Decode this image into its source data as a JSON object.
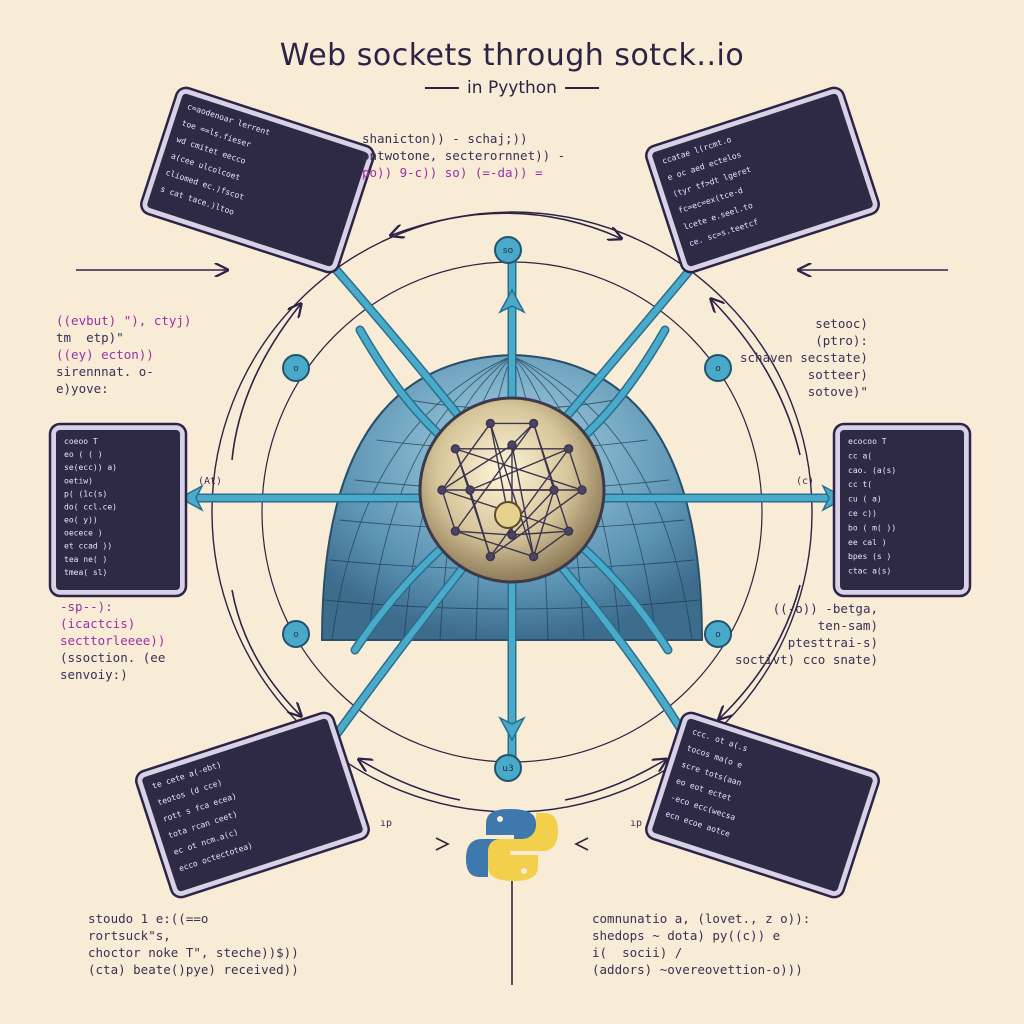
{
  "header": {
    "title": "Web sockets through sotck..io",
    "subtitle": "in Pyython"
  },
  "snippets": {
    "top_center": [
      {
        "text": "shanicton)) - schaj;))",
        "accent": false
      },
      {
        "text": "ontwotone, secterornnet)) -",
        "accent": false
      },
      {
        "text": "po)) 9-c)) so) (=-da)) =",
        "accent": true
      }
    ],
    "left_mid": [
      {
        "text": "((evbut) \"), ctyj)",
        "accent": true
      },
      {
        "text": "tm  etp)\"",
        "accent": false
      },
      {
        "text": "((ey) ecton))",
        "accent": true
      },
      {
        "text": "sirennnat. o-",
        "accent": false
      },
      {
        "text": "e)yove:",
        "accent": false
      }
    ],
    "right_mid": [
      {
        "text": "setooc)",
        "accent": false
      },
      {
        "text": "(ptro):",
        "accent": false
      },
      {
        "text": "schaven secstate)",
        "accent": false
      },
      {
        "text": "sotteer)",
        "accent": false
      },
      {
        "text": "sotove)\"",
        "accent": false
      }
    ],
    "left_low": [
      {
        "text": "-sp--):",
        "accent": true
      },
      {
        "text": "(icactcis)",
        "accent": true
      },
      {
        "text": "secttorleeee))",
        "accent": true
      },
      {
        "text": "(ssoction. (ee",
        "accent": false
      },
      {
        "text": "senvoiy:)",
        "accent": false
      }
    ],
    "right_low": [
      {
        "text": "((-o)) -betga,",
        "accent": false
      },
      {
        "text": "ten-sam)",
        "accent": false
      },
      {
        "text": "ptesttrai-s)",
        "accent": false
      },
      {
        "text": "soctivt) cco snate)",
        "accent": false
      }
    ],
    "bottom_left": [
      {
        "text": "stoudo 1 e:((==o",
        "accent": false
      },
      {
        "text": "rortsuck\"s,",
        "accent": false
      },
      {
        "text": "choctor noke T\", steche))$))",
        "accent": false
      },
      {
        "text": "(cta) beate()pye) received))",
        "accent": false
      }
    ],
    "bottom_right": [
      {
        "text": "comnunatio a, (lovet., z o)):",
        "accent": false
      },
      {
        "text": "shedops ~ dota) py((c)) e",
        "accent": false
      },
      {
        "text": "i(  socii) /",
        "accent": false
      },
      {
        "text": "(addors) ~overeovettion-o)))",
        "accent": false
      }
    ]
  },
  "hub_labels": {
    "top": "so",
    "left_upper": "o",
    "right_upper": "o",
    "left_lower": "o",
    "right_lower": "o",
    "bottom": "u3"
  },
  "side_labels": {
    "left": "(At)",
    "right": "(c)",
    "bottom_left": "ıp",
    "bottom_right": "ıp"
  },
  "devices": {
    "top_left": [
      "c=aodenoar lerrent",
      "toe  ==ls.fieser",
      "wd cmitet eecco",
      "a(cee ulcolcoet",
      "cliomed ec.)fscot",
      "s cat tace.)ltoo"
    ],
    "top_right": [
      "ccatae  l(rcmt.o",
      "e oc aed ectelos",
      "(tyr tf>dt lgeret",
      "fc=ec=ex(tce-d",
      "lcete e.seel.to",
      "ce. sc=s.teetcf"
    ],
    "left_mid": [
      "coeoo T",
      "eo (  ( )",
      "se(ecc)) a)",
      "oetiw)",
      "p(  (1c(s)",
      "do( ccl.ce)",
      "eo(  y))",
      "oecece )",
      "et ccad ))",
      "tea ne( )",
      "tmea(  sl)"
    ],
    "right_mid": [
      "ecocoo  T",
      "cc   a(",
      "cao. (a(s)",
      "cc  t(",
      "cu  ( a)",
      "ce  c))",
      "bo  ( m( ))",
      "ee  cal )",
      "bpes  (s )",
      "ctac  a(s)"
    ],
    "bottom_left": [
      "te cete a(-ebt)",
      "teotos  (d cce)",
      "rott s fca ecea)",
      "tota rcan ceet)",
      "ec ot ncm.a(c)",
      "ecco octectotea)"
    ],
    "bottom_right": [
      "ccc. ot a(.s",
      "tocos ma(o e",
      "scre tots(aan",
      "eo eot ectet",
      "-eco ecc(wecsa",
      "ecn ecoe aotce"
    ]
  },
  "colors": {
    "background": "#f8ecd7",
    "ink": "#2d2346",
    "accent": "#9b2fa4",
    "connector": "#4aaac9",
    "connector_dark": "#2a6f8f",
    "dome": "#5a8fae",
    "device_screen": "#2e2a45"
  },
  "icons": {
    "center": "python-logo",
    "hub": "network-globe"
  }
}
